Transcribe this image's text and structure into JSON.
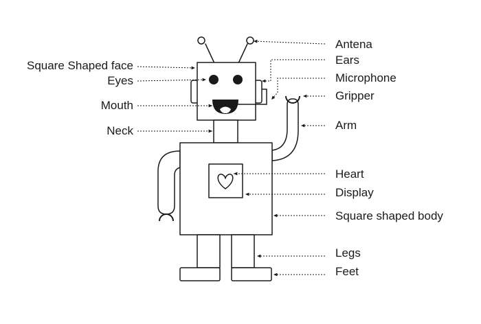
{
  "diagram": {
    "labels_left": {
      "face": "Square Shaped face",
      "eyes": "Eyes",
      "mouth": "Mouth",
      "neck": "Neck"
    },
    "labels_right": {
      "antena": "Antena",
      "ears": "Ears",
      "microphone": "Microphone",
      "gripper": "Gripper",
      "arm": "Arm",
      "heart": "Heart",
      "display": "Display",
      "body": "Square shaped body",
      "legs": "Legs",
      "feet": "Feet"
    },
    "colors": {
      "stroke": "#1a1a1a",
      "fill": "#ffffff",
      "text": "#1a1a1a"
    }
  }
}
